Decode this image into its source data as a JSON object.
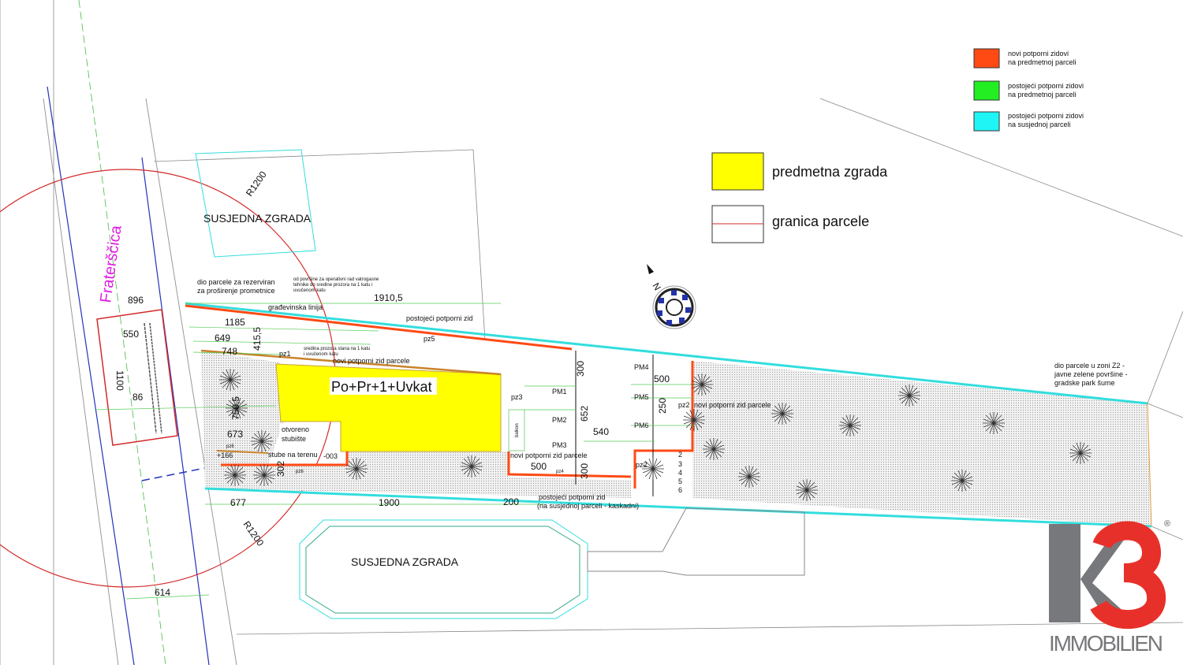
{
  "legend_small": [
    {
      "color": "#ff4a14",
      "line1": "novi potporni zidovi",
      "line2": "na predmetnoj parceli"
    },
    {
      "color": "#22ee22",
      "line1": "postojeći potporni zidovi",
      "line2": "na predmetnoj parceli"
    },
    {
      "color": "#1ff5f5",
      "line1": "postojeći potporni zidovi",
      "line2": "na susjednoj parceli"
    }
  ],
  "legend_large": [
    {
      "color": "#ffff00",
      "label": "predmetna zgrada"
    },
    {
      "color": "#ffffff",
      "label": "granica parcele"
    }
  ],
  "street": "Fraterščica",
  "labels": {
    "neighbor_top": "SUSJEDNA ZGRADA",
    "neighbor_bottom": "SUSJEDNA ZGRADA",
    "building": "Po+Pr+1+Uvkat",
    "reserved_1": "dio parcele za rezerviran",
    "reserved_2": "za proširenje prometnice",
    "fire_note_1": "od površine za operativni rad vatrogasne",
    "fire_note_2": "tehnike do sredine prozora na 1 katu i",
    "fire_note_3": "uvučenom katu",
    "building_line": "građevinska linija",
    "existing_wall": "postojeći potporni zid",
    "window_note_1": "sredina prozora stana na 1 katu",
    "window_note_2": "i uvučenom katu",
    "new_wall_1": "novi potporni zid parcele",
    "new_wall_2": "novi potporni zid parcele",
    "new_wall_3": "novi potporni zid parcele",
    "stairs_1": "otvoreno",
    "stairs_2": "stubište",
    "terrain_steps": "stube na terenu",
    "balcony": "balkon",
    "neighbor_wall_1": "postojeći potporni zid",
    "neighbor_wall_2": "(na susjednoj parceli - kaskadni)",
    "zone_1": "dio parcele u zoni Z2 -",
    "zone_2": "javne zelene površine -",
    "zone_3": "gradske park šume",
    "rotated_note": "",
    "north": "N"
  },
  "walls": [
    "pz1",
    "pz2",
    "pz2",
    "pz3",
    "pz4",
    "pz5",
    "pz6",
    "pz6"
  ],
  "parking": [
    "PM1",
    "PM2",
    "PM3",
    "PM4",
    "PM5",
    "PM6"
  ],
  "steps": [
    "2",
    "3",
    "4",
    "5",
    "6"
  ],
  "dimensions": {
    "d896": "896",
    "d550": "550",
    "d1100": "1100",
    "d86": "86",
    "d1910": "1910,5",
    "d1185": "1185",
    "d415": "415,5",
    "d649": "649",
    "d748": "748",
    "d750": "750,5",
    "d673": "673",
    "d166": "+166",
    "d003": "-003",
    "d302": "302",
    "d677": "677",
    "d1900": "1900",
    "d200": "200",
    "d500a": "500",
    "d300a": "300",
    "d652": "652",
    "d540": "540",
    "d300b": "300",
    "d500b": "500",
    "d250": "250",
    "d614": "614",
    "r1": "R1200",
    "r2": "R1200"
  },
  "logo": {
    "brand": "K3",
    "sub": "IMMOBILIEN",
    "mark": "®",
    "gray": "#77787b",
    "red": "#e8302a"
  }
}
